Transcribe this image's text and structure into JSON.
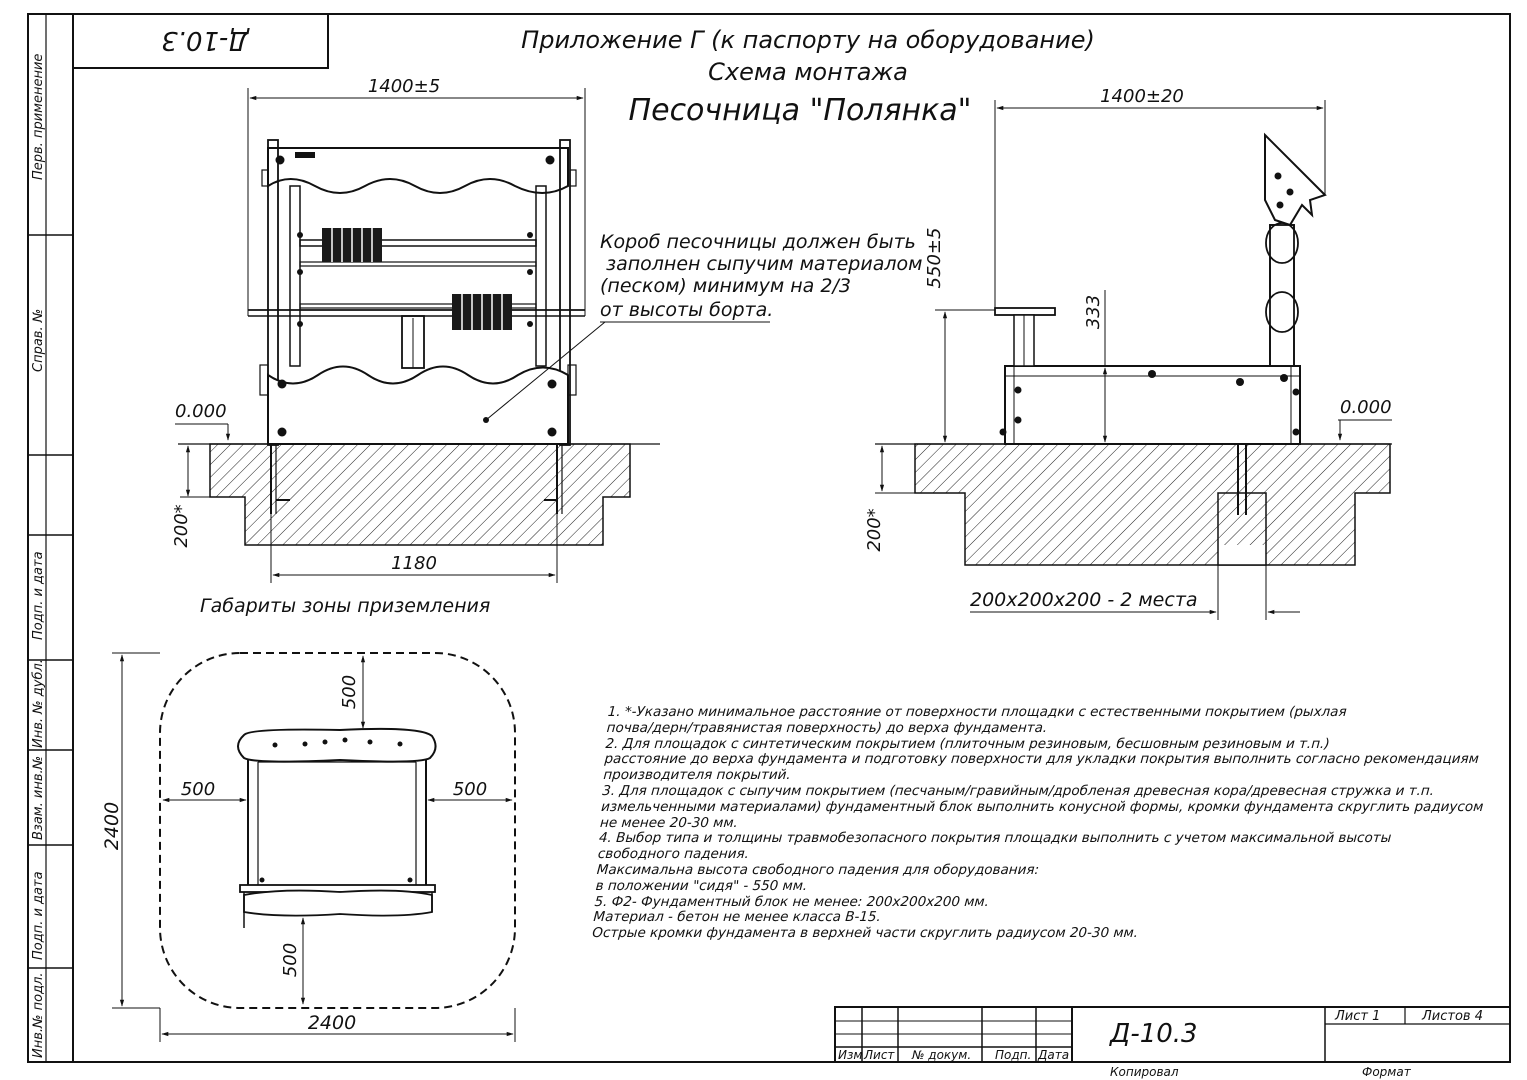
{
  "sheet": {
    "code_box": "Д-10.3",
    "title_line1": "Приложение Г (к паспорту на оборудование)",
    "title_line2": "Схема монтажа",
    "title_line3": "Песочница \"Полянка\""
  },
  "margin_labels": {
    "perv": "Перв. применение",
    "sprav": "Справ. №",
    "podp1": "Подп. и дата",
    "inv_dubl": "Инв. № дубл.",
    "vzam": "Взам. инв.№",
    "podp2": "Подп. и дата",
    "inv_podl": "Инв.№ подл."
  },
  "front_view": {
    "width_dim": "1400±5",
    "level": "0.000",
    "depth_dim": "200*",
    "base_dim": "1180",
    "note": "Короб песочницы должен быть заполнен сыпучим материалом (песком) минимум на 2/3 от высоты борта.",
    "note_lines": [
      "Короб песочницы должен быть",
      "заполнен сыпучим материалом",
      "(песком) минимум на 2/3",
      "от высоты борта."
    ],
    "zone_caption": "Габариты зоны приземления"
  },
  "side_view": {
    "width_dim": "1400±20",
    "height_dim": "550±5",
    "inner_dim": "333",
    "level": "0.000",
    "depth_dim": "200*",
    "foundation": "200х200х200 - 2 места"
  },
  "plan_view": {
    "top_margin": "500",
    "left_margin": "500",
    "right_margin": "500",
    "bottom_margin": "500",
    "height_dim": "2400",
    "width_dim": "2400"
  },
  "notes": [
    "1. *-Указано минимальное расстояние от поверхности площадки с естественными покрытием (рыхлая",
    "почва/дерн/травянистая поверхность) до верха фундамента.",
    "2. Для площадок с синтетическим покрытием (плиточным резиновым, бесшовным резиновым и т.п.)",
    "расстояние до верха фундамента и подготовку поверхности для укладки покрытия выполнить согласно рекомендациям",
    "производителя покрытий.",
    "3. Для площадок с сыпучим покрытием (песчаным/гравийным/дробленая древесная кора/древесная стружка и т.п.",
    "измельченными материалами) фундаментный блок выполнить конусной формы, кромки фундамента скруглить радиусом",
    "не менее 20-30 мм.",
    "4. Выбор типа и толщины травмобезопасного покрытия площадки выполнить с учетом максимальной высоты",
    "свободного падения.",
    "Максимальна высота свободного падения для оборудования:",
    " в положении \"сидя\" - 550 мм.",
    "5. Ф2- Фундаментный блок не менее: 200х200х200 мм.",
    "Материал - бетон не менее класса В-15.",
    "Острые кромки фундамента в верхней части скруглить радиусом 20-30 мм."
  ],
  "title_block": {
    "code": "Д-10.3",
    "sheet": "Лист 1",
    "sheets": "Листов 4",
    "col_izm": "Изм",
    "col_list": "Лист",
    "col_doc": "№ докум.",
    "col_podp": "Подп.",
    "col_date": "Дата",
    "copied": "Копировал",
    "format": "Формат"
  },
  "colors": {
    "ink": "#111111",
    "paper": "#ffffff",
    "fill_dark": "#1a1a1a"
  }
}
